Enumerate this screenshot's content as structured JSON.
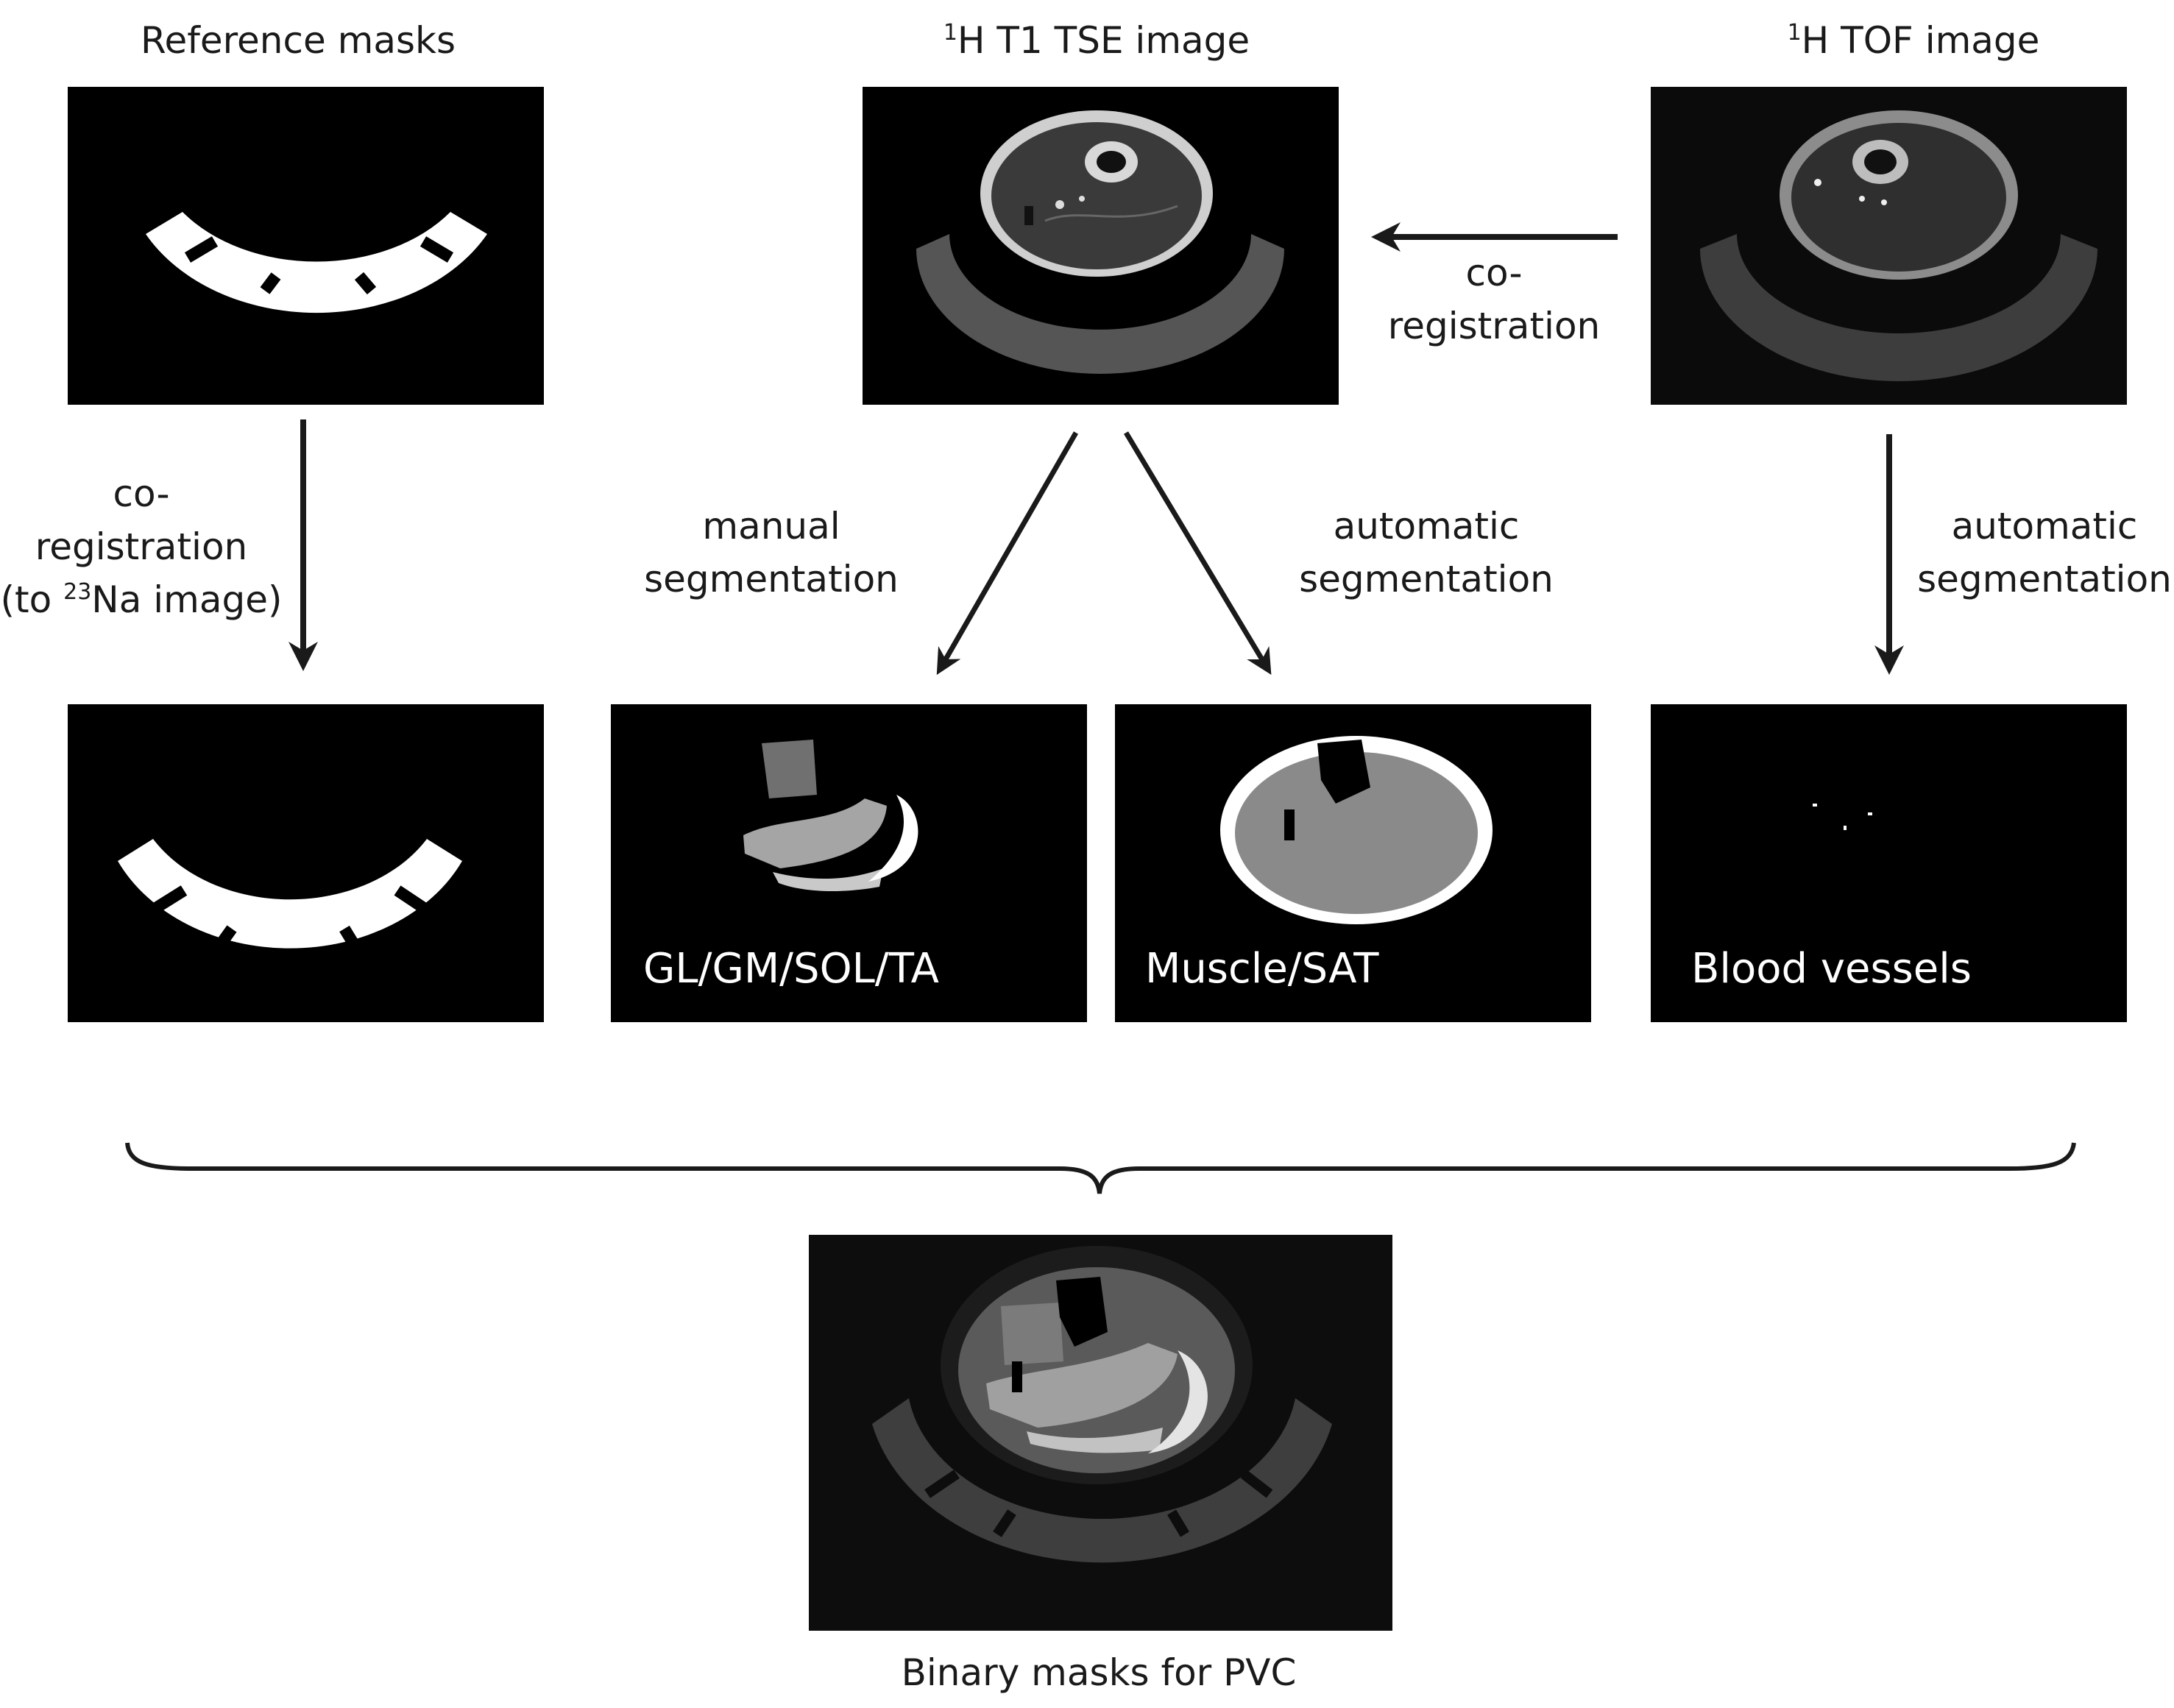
{
  "titles": {
    "reference_masks": "Reference masks",
    "t1_tse_sup": "1",
    "t1_tse_main": "H T1 TSE image",
    "tof_sup": "1",
    "tof_main": "H TOF image"
  },
  "arrows": {
    "coreg_top_line1": "co-",
    "coreg_top_line2": "registration",
    "coreg_left_line1": "co-",
    "coreg_left_line2": "registration",
    "coreg_left_line3_pre": "(to ",
    "coreg_left_line3_sup": "23",
    "coreg_left_line3_post": "Na image)",
    "manual_line1": "manual",
    "manual_line2": "segmentation",
    "auto_mid_line1": "automatic",
    "auto_mid_line2": "segmentation",
    "auto_right_line1": "automatic",
    "auto_right_line2": "segmentation"
  },
  "panels": {
    "gl_gm_sol_ta": "GL/GM/SOL/TA",
    "muscle_sat": "Muscle/SAT",
    "blood_vessels": "Blood vessels"
  },
  "bottom": {
    "caption": "Binary masks for PVC"
  },
  "colors": {
    "panel_bg": "#000000",
    "mask_white": "#ffffff",
    "arrow": "#1a1a1a"
  }
}
